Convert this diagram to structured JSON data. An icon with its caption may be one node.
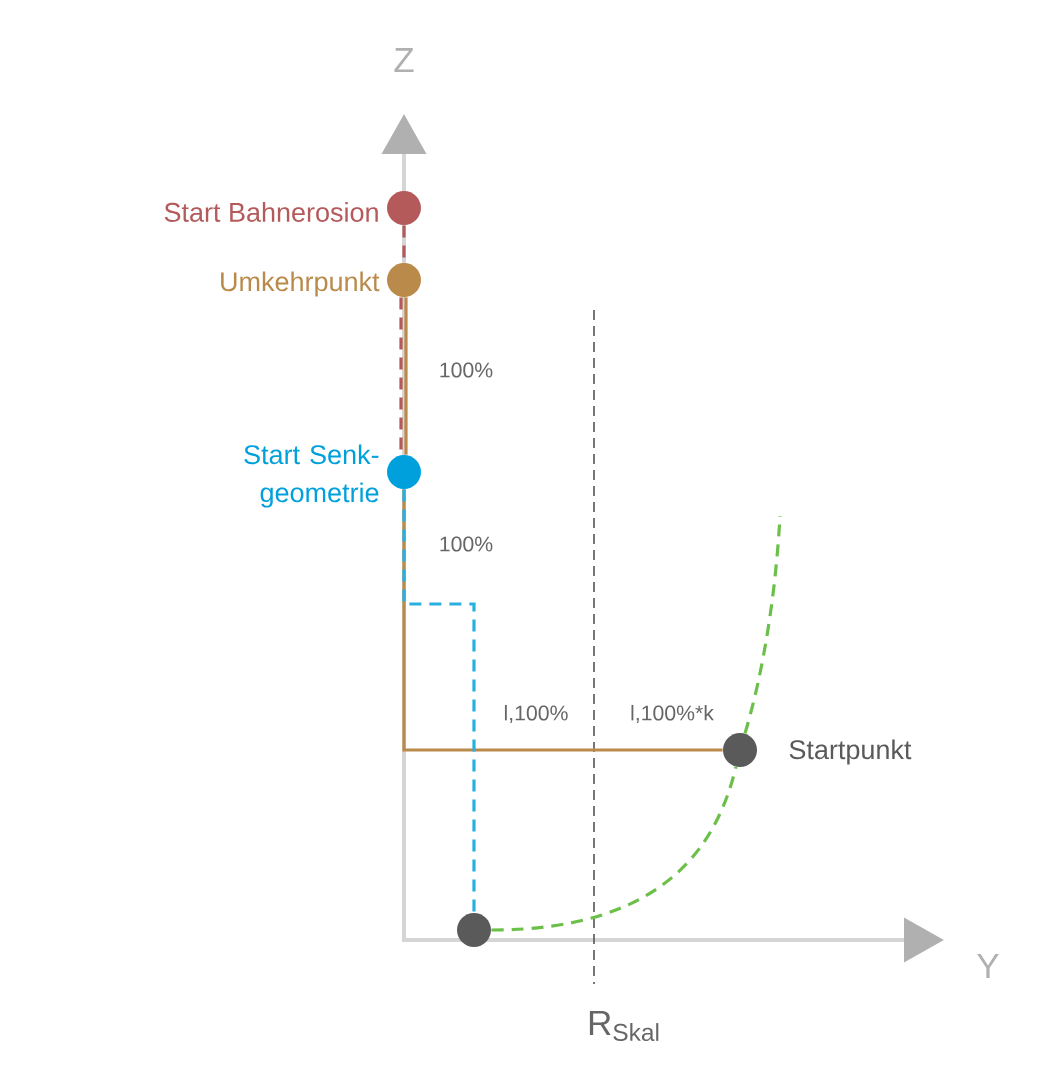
{
  "diagram": {
    "nodes": [
      {
        "text": [],
        "shape": "circle",
        "beside": [
          "Start Bahnerosion"
        ]
      },
      {
        "text": [],
        "shape": "circle",
        "beside": [
          "Umkehrpunkt"
        ]
      },
      {
        "text": [],
        "shape": "circle",
        "beside": [
          "Start Senk- geometrie"
        ]
      },
      {
        "text": [],
        "shape": "circle",
        "beside": [
          "Startpunkt"
        ]
      },
      {
        "text": [],
        "shape": "circle"
      }
    ],
    "edges": [
      {
        "from": 0,
        "to": 1,
        "arrow": "none",
        "style": "dashed",
        "color": "#b55a5a"
      },
      {
        "from": 1,
        "to": 2,
        "arrow": "none",
        "color": "#b98a4a"
      },
      {
        "from": 1,
        "to": 2,
        "arrow": "none",
        "style": "dashed",
        "color": "#b55a5a"
      },
      {
        "from": 2,
        "to": 3,
        "arrow": "none",
        "color": "#b98a4a"
      },
      {
        "from": 2,
        "to": 4,
        "arrow": "none",
        "style": "dashed",
        "color": "#29b0e0"
      },
      {
        "from": 4,
        "to": 3,
        "arrow": "none",
        "style": "dashed",
        "color": "#6cc04a"
      },
      {
        "from": 3,
        "to": null,
        "arrow": "none",
        "style": "dashed",
        "color": "#6cc04a"
      }
    ],
    "labels": [
      "Z",
      "100%",
      "100%",
      "l,100%",
      "l,100%*k",
      "Y",
      "R$_{Skal}$"
    ]
  }
}
